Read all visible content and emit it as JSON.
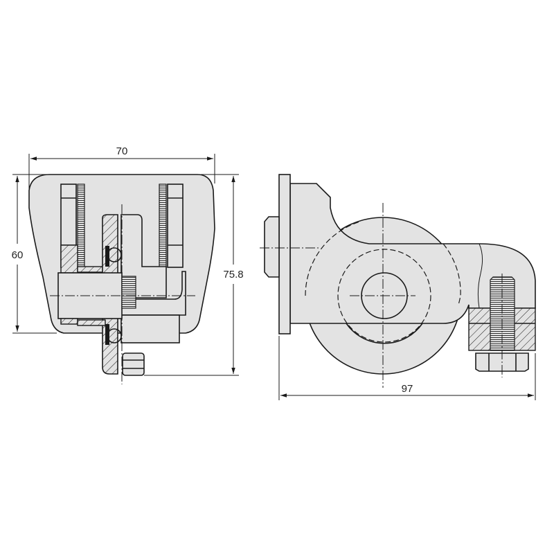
{
  "drawing": {
    "front_view": {
      "width_dimension": "70",
      "height_dimension": "60",
      "total_height_dimension": "75.8"
    },
    "side_view": {
      "length_dimension": "97"
    }
  }
}
